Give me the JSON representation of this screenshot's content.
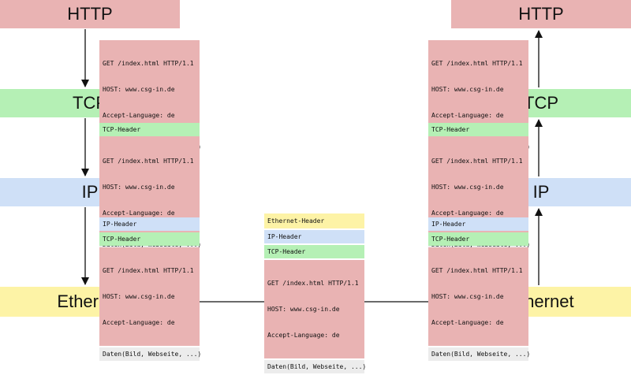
{
  "colors": {
    "http": "#e9b3b3",
    "tcp": "#b5f0b5",
    "ip": "#cfe0f7",
    "ethernet": "#fdf3a6",
    "data_block": "#ececec"
  },
  "layers": {
    "http": "HTTP",
    "tcp": "TCP",
    "ip": "IP",
    "ethernet": "Ethernet"
  },
  "packet": {
    "ethernet_header": "Ethernet-Header",
    "ip_header": "IP-Header",
    "tcp_header": "TCP-Header",
    "http_lines": [
      "GET /index.html HTTP/1.1",
      "HOST: www.csg-in.de",
      "Accept-Language: de"
    ],
    "data_line": "Daten(Bild, Webseite, ...)"
  }
}
